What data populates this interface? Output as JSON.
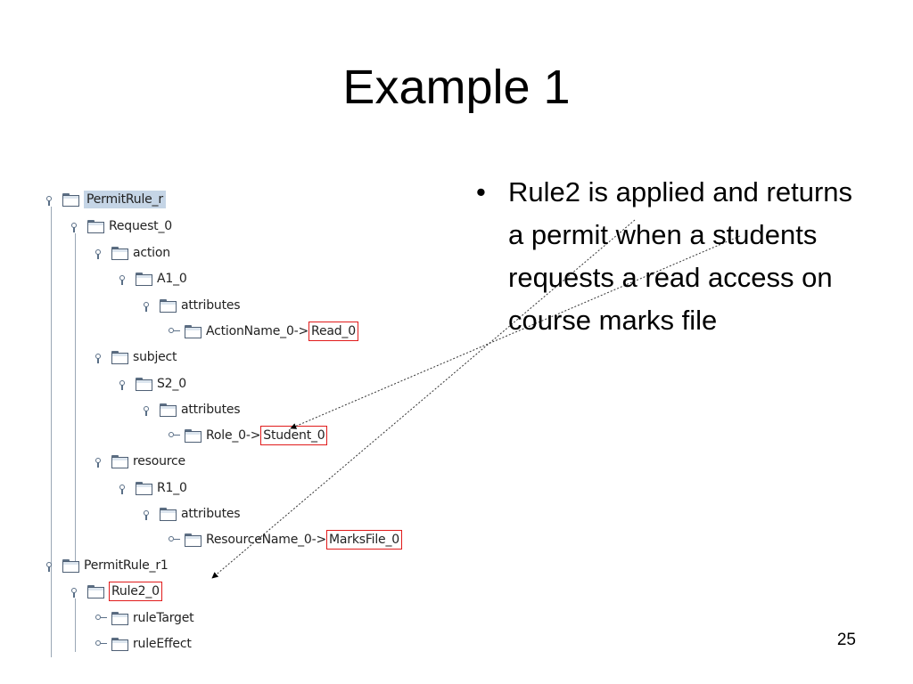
{
  "slide": {
    "title": "Example 1",
    "bullet": "Rule2 is applied and returns a permit when a students requests a read access on course marks file",
    "bullet_marker": "•",
    "page_number": "25"
  },
  "tree": {
    "nodes": [
      {
        "label": "PermitRule_r",
        "selected": true
      },
      {
        "label": "Request_0"
      },
      {
        "label": "action"
      },
      {
        "label": "A1_0"
      },
      {
        "label": "attributes"
      },
      {
        "label": "ActionName_0->",
        "value": "Read_0"
      },
      {
        "label": "subject"
      },
      {
        "label": "S2_0"
      },
      {
        "label": "attributes"
      },
      {
        "label": "Role_0->",
        "value": "Student_0"
      },
      {
        "label": "resource"
      },
      {
        "label": "R1_0"
      },
      {
        "label": "attributes"
      },
      {
        "label": "ResourceName_0->",
        "value": "MarksFile_0"
      },
      {
        "label": "PermitRule_r1"
      },
      {
        "label": "Rule2_0"
      },
      {
        "label": "ruleTarget"
      },
      {
        "label": "ruleEffect"
      }
    ]
  },
  "colors": {
    "highlight_box": "#e11b1b",
    "selection": "#c5d5e6",
    "tree_handle": "#5a6f87"
  }
}
